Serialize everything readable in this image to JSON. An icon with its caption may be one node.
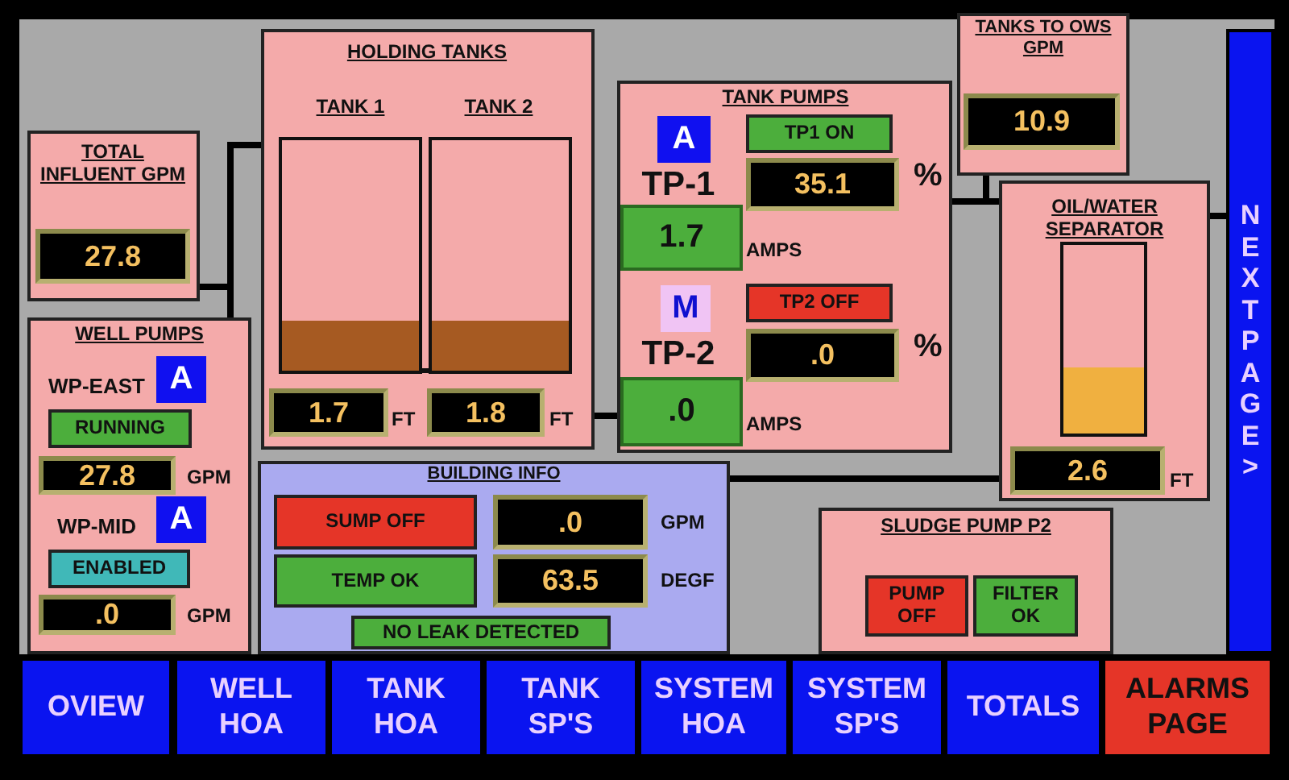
{
  "diagram": {
    "nodes": [
      {
        "text": [
          "TOTAL INFLUENT GPM"
        ]
      },
      {
        "text": [
          "27.8"
        ],
        "in": 0
      },
      {
        "text": [
          "HOLDING TANKS",
          "TANK 1",
          "TANK 2"
        ]
      },
      {
        "text": [
          "1.7"
        ],
        "in": 2,
        "beside": [
          "FT"
        ]
      },
      {
        "text": [
          "1.8"
        ],
        "in": 2,
        "beside": [
          "FT"
        ]
      },
      {
        "text": [
          "WELL PUMPS",
          "WP-EAST",
          "WP-MID"
        ]
      },
      {
        "text": [
          "A"
        ],
        "in": 5
      },
      {
        "text": [
          "RUNNING"
        ],
        "in": 5
      },
      {
        "text": [
          "27.8"
        ],
        "in": 5,
        "beside": [
          "GPM"
        ]
      },
      {
        "text": [
          "A"
        ],
        "in": 5
      },
      {
        "text": [
          "ENABLED"
        ],
        "in": 5
      },
      {
        "text": [
          ".0"
        ],
        "in": 5,
        "beside": [
          "GPM"
        ]
      },
      {
        "text": [
          "TANK PUMPS",
          "TP-1",
          "TP-2"
        ]
      },
      {
        "text": [
          "A"
        ],
        "in": 12
      },
      {
        "text": [
          "TP1  ON"
        ],
        "in": 12
      },
      {
        "text": [
          "35.1"
        ],
        "in": 12,
        "beside": [
          "%"
        ]
      },
      {
        "text": [
          "1.7"
        ],
        "in": 12,
        "beside": [
          "AMPS"
        ]
      },
      {
        "text": [
          "M"
        ],
        "in": 12
      },
      {
        "text": [
          "TP2  OFF"
        ],
        "in": 12
      },
      {
        "text": [
          ".0"
        ],
        "in": 12,
        "beside": [
          "%"
        ]
      },
      {
        "text": [
          ".0"
        ],
        "in": 12,
        "beside": [
          "AMPS"
        ]
      },
      {
        "text": [
          "TANKS TO OWS GPM"
        ]
      },
      {
        "text": [
          "10.9"
        ],
        "in": 21
      },
      {
        "text": [
          "OIL/WATER SEPARATOR"
        ]
      },
      {
        "text": [
          "2.6"
        ],
        "in": 23,
        "beside": [
          "FT"
        ]
      },
      {
        "text": [
          "NEXT PAGE >"
        ]
      },
      {
        "text": [
          "BUILDING INFO"
        ]
      },
      {
        "text": [
          "SUMP OFF"
        ],
        "in": 26
      },
      {
        "text": [
          ".0"
        ],
        "in": 26,
        "beside": [
          "GPM"
        ]
      },
      {
        "text": [
          "TEMP OK"
        ],
        "in": 26
      },
      {
        "text": [
          "63.5"
        ],
        "in": 26,
        "beside": [
          "DEGF"
        ]
      },
      {
        "text": [
          "NO LEAK DETECTED"
        ],
        "in": 26
      },
      {
        "text": [
          "SLUDGE PUMP P2"
        ]
      },
      {
        "text": [
          "PUMP OFF"
        ],
        "in": 32
      },
      {
        "text": [
          "FILTER OK"
        ],
        "in": 32
      },
      {
        "text": [
          "OVIEW"
        ]
      },
      {
        "text": [
          "WELL HOA"
        ]
      },
      {
        "text": [
          "TANK HOA"
        ]
      },
      {
        "text": [
          "TANK SP'S"
        ]
      },
      {
        "text": [
          "SYSTEM HOA"
        ]
      },
      {
        "text": [
          "SYSTEM SP'S"
        ]
      },
      {
        "text": [
          "TOTALS"
        ]
      },
      {
        "text": [
          "ALARMS PAGE"
        ]
      }
    ],
    "edges": [
      {
        "from": 0,
        "to": 2,
        "arrow": "none"
      },
      {
        "from": 5,
        "to": 2,
        "arrow": "none"
      },
      {
        "from": 2,
        "to": 12,
        "arrow": "none"
      },
      {
        "from": 12,
        "to": 23,
        "arrow": "none"
      },
      {
        "from": 12,
        "to": 21,
        "arrow": "none"
      },
      {
        "from": 23,
        "to": 25,
        "arrow": "none"
      },
      {
        "from": 26,
        "to": 23,
        "arrow": "none"
      }
    ]
  }
}
